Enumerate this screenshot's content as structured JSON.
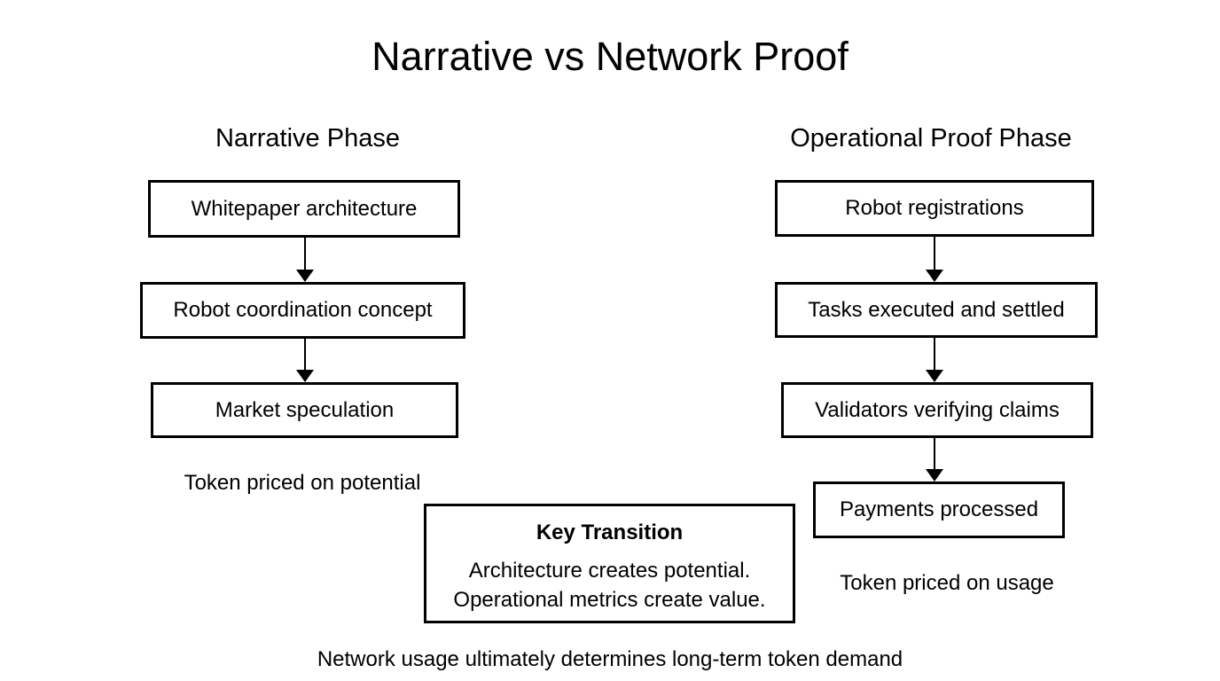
{
  "title": "Narrative vs Network Proof",
  "columns": [
    {
      "heading": "Narrative Phase",
      "boxes": [
        "Whitepaper architecture",
        "Robot coordination concept",
        "Market speculation"
      ],
      "caption": "Token priced on potential"
    },
    {
      "heading": "Operational Proof Phase",
      "boxes": [
        "Robot registrations",
        "Tasks executed and settled",
        "Validators verifying claims",
        "Payments processed"
      ],
      "caption": "Token priced on usage"
    }
  ],
  "key_transition": {
    "title": "Key Transition",
    "line1": "Architecture creates potential.",
    "line2": "Operational metrics create value."
  },
  "footer": "Network usage ultimately determines long-term token demand",
  "colors": {
    "background": "#ffffff",
    "line": "#000000",
    "text": "#000000"
  }
}
